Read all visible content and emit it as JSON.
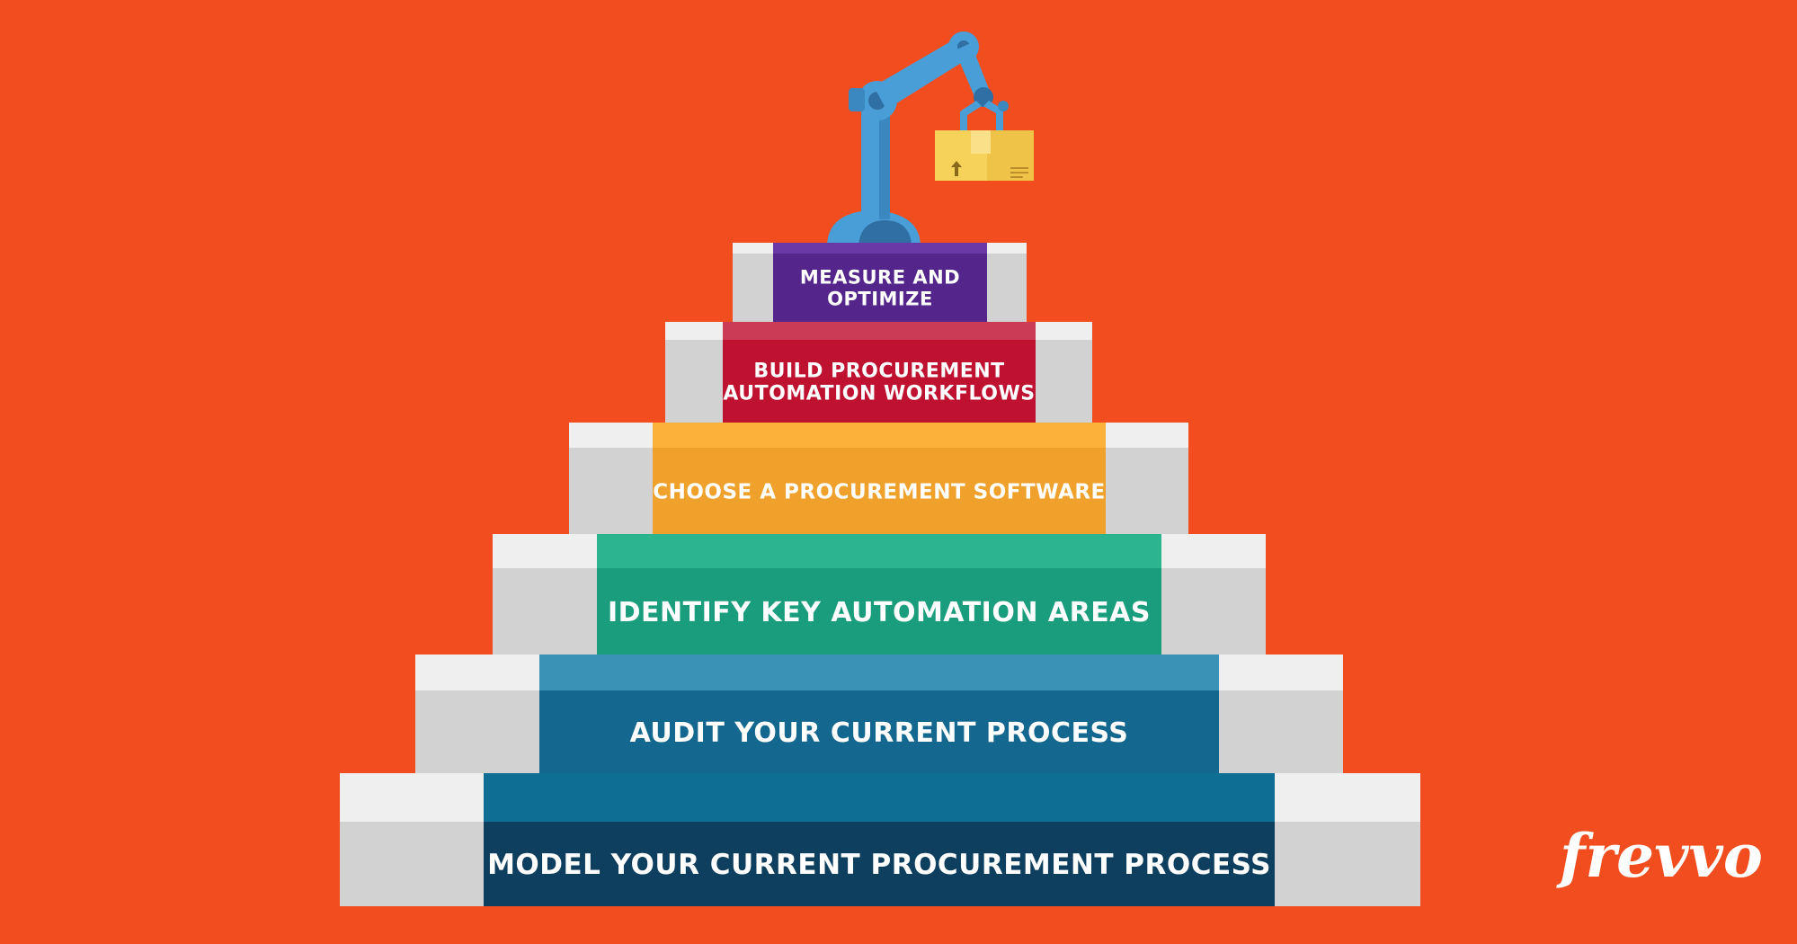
{
  "steps": [
    {
      "label_lines": [
        "MODEL YOUR CURRENT PROCUREMENT PROCESS"
      ],
      "color": "#0f3f5e",
      "lip_color": "#0f6e93"
    },
    {
      "label_lines": [
        "AUDIT YOUR CURRENT PROCESS"
      ],
      "color": "#14688f",
      "lip_color": "#3a93b6"
    },
    {
      "label_lines": [
        "IDENTIFY KEY AUTOMATION AREAS"
      ],
      "color": "#1a9d7c",
      "lip_color": "#2cb48f"
    },
    {
      "label_lines": [
        "CHOOSE A PROCUREMENT SOFTWARE"
      ],
      "color": "#f0a12c",
      "lip_color": "#fbb13a"
    },
    {
      "label_lines": [
        "BUILD PROCUREMENT",
        "AUTOMATION WORKFLOWS"
      ],
      "color": "#be1230",
      "lip_color": "#cc3b55"
    },
    {
      "label_lines": [
        "MEASURE AND",
        "OPTIMIZE"
      ],
      "color": "#54268c",
      "lip_color": "#6a39a6"
    }
  ],
  "colors": {
    "background": "#f24d1e",
    "stair_face": "#d2d2d2",
    "stair_top": "#efefef",
    "robot_arm": "#4a9ed8",
    "robot_dark": "#2f6fa3",
    "box": "#f7d25a",
    "box_dark": "#e9b93a"
  },
  "brand": {
    "logo_text": "frevvo"
  },
  "illustration": {
    "robot": "robot-arm-icon",
    "box": "cardboard-box-icon"
  }
}
